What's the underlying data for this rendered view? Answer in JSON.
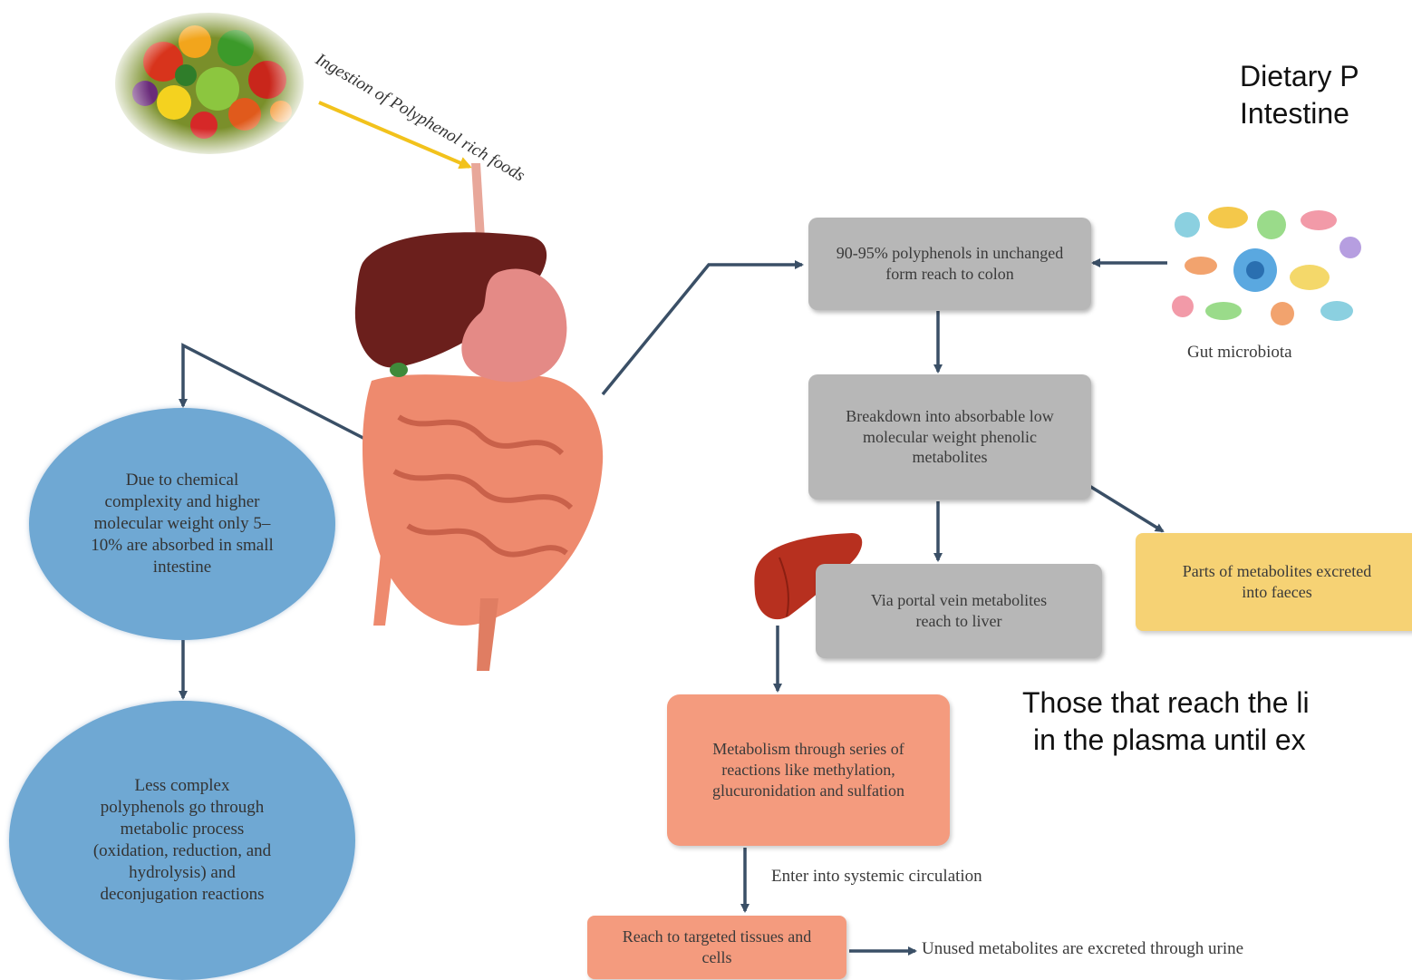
{
  "labels": {
    "ingestion": "Ingestion of Polyphenol rich foods",
    "gut_microbiota": "Gut microbiota",
    "systemic": "Enter into systemic circulation",
    "urine": "Unused metabolites are excreted through urine"
  },
  "nodes": {
    "colon": "90-95% polyphenols in unchanged form reach to colon",
    "breakdown": "Breakdown into absorbable low molecular weight phenolic metabolites",
    "portal": "Via portal vein metabolites reach to liver",
    "faeces": "Parts of metabolites excreted into faeces",
    "metabolism": "Metabolism through series of reactions like methylation, glucuronidation and sulfation",
    "targeted": "Reach to targeted tissues and cells",
    "small_intestine": "Due to chemical complexity and higher molecular weight only 5–10% are absorbed in small intestine",
    "less_complex": "Less complex polyphenols go through metabolic process (oxidation, reduction, and hydrolysis) and deconjugation reactions"
  },
  "captions": {
    "top_line1": "Dietary P",
    "top_line2": "Intestine",
    "bottom_line1": "Those that reach the li",
    "bottom_line2": "in the plasma until ex"
  },
  "colors": {
    "arrow": "#3a4f66",
    "gray_box": "#b7b7b7",
    "yellow_box": "#f6d274",
    "salmon_box": "#f49b7e",
    "blue_oval": "#6fa8d3",
    "ingestion_arrow": "#f2c21c"
  },
  "icons": [
    "fruit-vegetable-image",
    "digestive-system-image",
    "gut-microbiota-image",
    "liver-image"
  ]
}
